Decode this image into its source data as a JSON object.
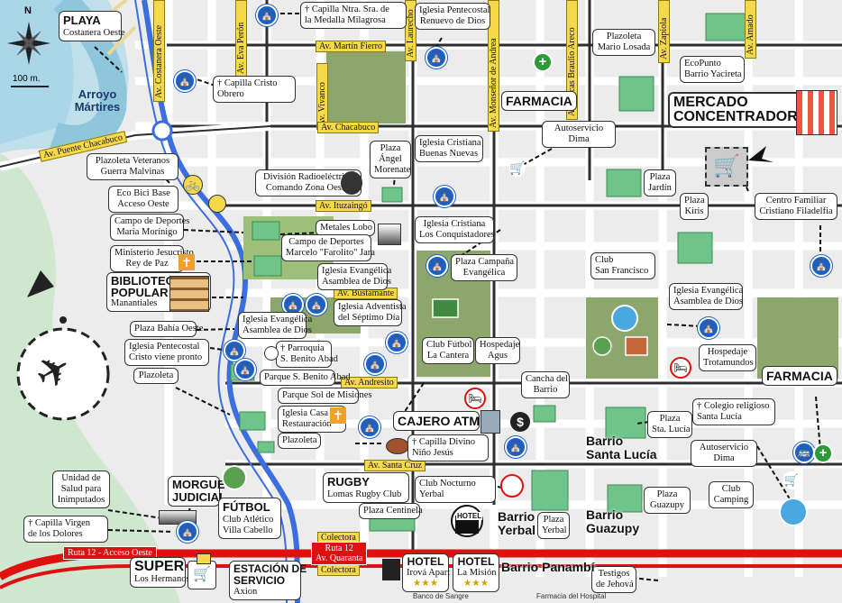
{
  "compass": {
    "label": "N",
    "scale": "100 m."
  },
  "water": {
    "stream_name": "Arroyo Mártires"
  },
  "streets": {
    "costanera_oeste": "Av. Costanera Oeste",
    "eva_peron": "Av. Eva Perón",
    "lauredo": "Av. Laurecho",
    "martin_fierro": "Av. Martín Fierro",
    "vivanco": "Av. Vivanco",
    "monsenor_andrea": "Av. Monseñor de Andrea",
    "lucas_braulio": "Av. Lucas Braulio Areco",
    "zapiola": "Av. Zapiola",
    "amado": "Av. Amado",
    "chacabuco": "Av. Chacabuco",
    "puente_chacabuco": "Av. Puente Chacabuco",
    "ituzaingo": "Av. Ituzaingó",
    "bustamante": "Av. Bustamante",
    "andresito": "Av. Andresito",
    "santa_cruz": "Av. Santa Cruz",
    "ruta12": "Ruta 12 - Acceso Oeste",
    "colectora_top": "Colectora",
    "colectora_bottom": "Colectora",
    "ruta12_quaranta_a": "Ruta 12",
    "ruta12_quaranta_b": "Av. Quaranta"
  },
  "places": {
    "playa_title": "PLAYA",
    "playa_sub": "Costanera Oeste",
    "capilla_medalla_1": "† Capilla Ntra. Sra. de",
    "capilla_medalla_2": "la Medalla Milagrosa",
    "iglesia_renuevo_1": "Iglesia Pentecostal",
    "iglesia_renuevo_2": "Renuevo de Dios",
    "plazoleta_losada_1": "Plazoleta",
    "plazoleta_losada_2": "Mario Losada",
    "ecopunto_1": "EcoPunto",
    "ecopunto_2": "Barrio Yacireta",
    "capilla_cristo_1": "† Capilla Cristo",
    "capilla_cristo_2": "Obrero",
    "farmacia_top": "FARMACIA",
    "mercado_1": "MERCADO",
    "mercado_2": "CONCENTRADOR",
    "plaza_veteranos_1": "Plazoleta Veteranos",
    "plaza_veteranos_2": "Guerra Malvinas",
    "division_1": "División Radioeléctrico",
    "division_2": "Comando Zona Oeste.",
    "plaza_angel_1": "Plaza",
    "plaza_angel_2": "Ángel",
    "plaza_angel_3": "Morenate",
    "iglesia_buenas_1": "Iglesia Cristiana",
    "iglesia_buenas_2": "Buenas Nuevas",
    "autoservicio_top_1": "Autoservicio",
    "autoservicio_top_2": "Dima",
    "plaza_jardin_1": "Plaza",
    "plaza_jardin_2": "Jardín",
    "plaza_kiris_1": "Plaza",
    "plaza_kiris_2": "Kiris",
    "centro_familiar_1": "Centro Familiar",
    "centro_familiar_2": "Cristiano Filadelfia",
    "ecobici_1": "Eco Bici Base",
    "ecobici_2": "Acceso Oeste",
    "campo_morinigo_1": "Campo de Deportes",
    "campo_morinigo_2": "María Morínigo",
    "metales_lobo": "Metales Lobo",
    "campo_jara_1": "Campo de Deportes",
    "campo_jara_2": "Marcelo \"Farolito\" Jara",
    "iglesia_conquistadores_1": "Iglesia Cristiana",
    "iglesia_conquistadores_2": "Los Conquistadores",
    "plaza_campana_1": "Plaza Campaña",
    "plaza_campana_2": "Evangélica",
    "club_sanfrancisco_1": "Club",
    "club_sanfrancisco_2": "San Francisco",
    "ministerio_1": "Ministerio Jesucristo",
    "ministerio_2": "Rey de Paz",
    "biblioteca_1": "BIBLIOTECA",
    "biblioteca_2": "POPULAR",
    "biblioteca_3": "Manantiales",
    "iglesia_evang_asamblea_1": "Iglesia Evangélica",
    "iglesia_evang_asamblea_2": "Asamblea de Dios",
    "iglesia_evang_right_1": "Iglesia Evangélica",
    "iglesia_evang_right_2": "Asamblea de Dios",
    "plaza_bahia": "Plaza Bahía Oeste",
    "iglesia_evang_left_1": "Iglesia Evangélica",
    "iglesia_evang_left_2": "Asamblea de Dios",
    "adventista_1": "Iglesia Adventista",
    "adventista_2": "del Séptimo Día",
    "iglesia_cristo_pronto_1": "Iglesia Pentecostal",
    "iglesia_cristo_pronto_2": "Cristo viene pronto",
    "parroquia_1": "† Parroquia",
    "parroquia_2": "S. Benito Abad",
    "club_cantera_1": "Club Fútbol",
    "club_cantera_2": "La Cantera",
    "hospedaje_agus_1": "Hospedaje",
    "hospedaje_agus_2": "Agus",
    "hospedaje_trot_1": "Hospedaje",
    "hospedaje_trot_2": "Trotamundos",
    "farmacia_right": "FARMACIA",
    "plazoleta_left": "Plazoleta",
    "parque_benito": "Parque S. Benito Abad",
    "parque_misiones": "Parque Sol de Misiones",
    "cancha_barrio_1": "Cancha del",
    "cancha_barrio_2": "Barrio",
    "colegio_1": "† Colegio religioso",
    "colegio_2": "Santa Lucía",
    "iglesia_restauracion_1": "Iglesia Casa de",
    "iglesia_restauracion_2": "Restauración",
    "cajero": "CAJERO ATM",
    "plaza_stalucia_1": "Plaza",
    "plaza_stalucia_2": "Sta. Lucía",
    "autoservicio_right_1": "Autoservicio",
    "autoservicio_right_2": "Dima",
    "plazoleta_bottom": "Plazoleta",
    "capilla_nino_1": "† Capilla Divino",
    "capilla_nino_2": "Niño Jesús",
    "unidad_1": "Unidad de",
    "unidad_2": "Salud para",
    "unidad_3": "Inimputados",
    "morgue_1": "MORGUE",
    "morgue_2": "JUDICIAL",
    "futbol_1": "FÚTBOL",
    "futbol_2": "Club Atlético",
    "futbol_3": "Villa Cabello",
    "rugby_1": "RUGBY",
    "rugby_2": "Lomas Rugby Club",
    "club_nocturno_1": "Club Nocturno",
    "club_nocturno_2": "Yerbal",
    "plaza_centinela": "Plaza Centinela",
    "plaza_yerbal_1": "Plaza",
    "plaza_yerbal_2": "Yerbal",
    "plaza_guazupy_1": "Plaza",
    "plaza_guazupy_2": "Guazupy",
    "club_camping_1": "Club",
    "club_camping_2": "Camping",
    "capilla_dolores_1": "† Capilla Virgen",
    "capilla_dolores_2": "de los Dolores",
    "super_1": "SUPER",
    "super_2": "Los Hermanos",
    "estacion_1": "ESTACIÓN DE",
    "estacion_2": "SERVICIO",
    "estacion_3": "Axion",
    "hotel_irova_1": "HOTEL",
    "hotel_irova_2": "Irová Apart",
    "hotel_mision_1": "HOTEL",
    "hotel_mision_2": "La Misión",
    "hotel_sign": "HOTEL",
    "testigos_1": "Testigos",
    "testigos_2": "de Jehová",
    "stars": "★★★"
  },
  "neighborhoods": {
    "santa_lucia_1": "Barrio",
    "santa_lucia_2": "Santa Lucía",
    "yerbal_1": "Barrio",
    "yerbal_2": "Yerbal",
    "guazupy_1": "Barrio",
    "guazupy_2": "Guazupy",
    "panambi": "Barrio Panambí"
  },
  "footer": {
    "banco": "Banco de Sangre",
    "farmacia_hospital": "Farmacia del Hospital"
  },
  "icons": {
    "church": "church-icon",
    "pharmacy": "pharmacy-cross-icon",
    "cart": "shopping-cart-icon",
    "bus": "bus-stop-icon",
    "airplane": "airplane-icon",
    "hotel_bed": "bed-icon",
    "atm": "atm-icon"
  },
  "colors": {
    "road_main": "#2e2e2e",
    "road_white": "#ffffff",
    "street_label": "#f6d94a",
    "park": "#6fc48a",
    "water": "#a9d6e8",
    "route": "#e01010",
    "river_line": "#3b6fe0"
  }
}
